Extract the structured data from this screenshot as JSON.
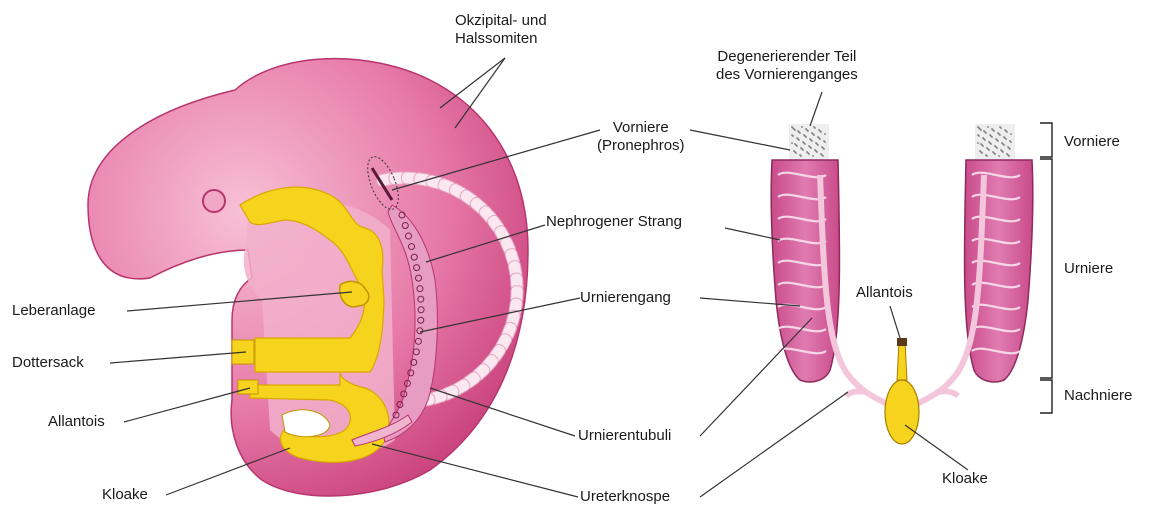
{
  "labels": {
    "okzipital": "Okzipital- und\nHalssomiten",
    "degenerierender": "Degenerierender Teil\ndes Vornierenganges",
    "vorniere_pronephros": "Vorniere\n(Pronephros)",
    "nephrogener_strang": "Nephrogener Strang",
    "leberanlage": "Leberanlage",
    "urnierengang": "Urnierengang",
    "dottersack": "Dottersack",
    "allantois_left": "Allantois",
    "urnierentubuli": "Urnierentubuli",
    "kloake_left": "Kloake",
    "ureterknospe": "Ureterknospe",
    "allantois_right": "Allantois",
    "kloake_right": "Kloake",
    "bracket_vorniere": "Vorniere",
    "bracket_urniere": "Urniere",
    "bracket_nachniere": "Nachniere"
  },
  "colors": {
    "embryo_pink": "#d9588f",
    "embryo_light": "#f4a9c8",
    "yellow": "#f5d21f",
    "kidney": "#cf5d9a",
    "kidney_light": "#f3c6dc",
    "line": "#333333"
  }
}
